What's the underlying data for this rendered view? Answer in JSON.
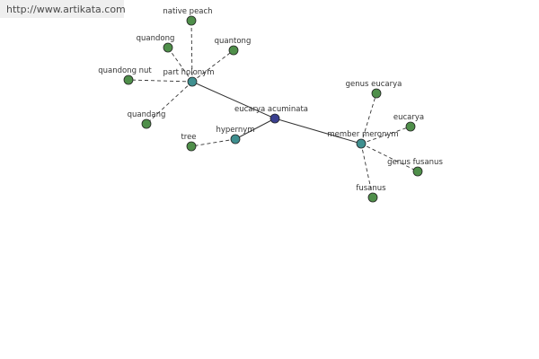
{
  "site_url": "http://www.artikata.com",
  "colors": {
    "leaf": "#4f8f4a",
    "relation": "#3f8f8f",
    "center": "#3a3f8f",
    "edge": "#333333"
  },
  "nodes": [
    {
      "id": "center",
      "label": "eucarya acuminata",
      "kind": "center"
    },
    {
      "id": "part_holonym",
      "label": "part holonym",
      "kind": "relation"
    },
    {
      "id": "hypernym",
      "label": "hypernym",
      "kind": "relation"
    },
    {
      "id": "member_meronym",
      "label": "member meronym",
      "kind": "relation"
    },
    {
      "id": "native_peach",
      "label": "native peach",
      "kind": "leaf"
    },
    {
      "id": "quandong_a",
      "label": "quandong",
      "kind": "leaf"
    },
    {
      "id": "quantong",
      "label": "quantong",
      "kind": "leaf"
    },
    {
      "id": "quandong_nut",
      "label": "quandong nut",
      "kind": "leaf"
    },
    {
      "id": "quandang",
      "label": "quandang",
      "kind": "leaf"
    },
    {
      "id": "tree",
      "label": "tree",
      "kind": "leaf"
    },
    {
      "id": "genus_eucarya",
      "label": "genus eucarya",
      "kind": "leaf"
    },
    {
      "id": "eucarya",
      "label": "eucarya",
      "kind": "leaf"
    },
    {
      "id": "genus_fusanus",
      "label": "genus fusanus",
      "kind": "leaf"
    },
    {
      "id": "fusanus",
      "label": "fusanus",
      "kind": "leaf"
    }
  ],
  "edges": [
    {
      "from": "center",
      "to": "part_holonym",
      "style": "solid"
    },
    {
      "from": "center",
      "to": "hypernym",
      "style": "solid"
    },
    {
      "from": "center",
      "to": "member_meronym",
      "style": "solid"
    },
    {
      "from": "part_holonym",
      "to": "native_peach",
      "style": "dashed"
    },
    {
      "from": "part_holonym",
      "to": "quandong_a",
      "style": "dashed"
    },
    {
      "from": "part_holonym",
      "to": "quantong",
      "style": "dashed"
    },
    {
      "from": "part_holonym",
      "to": "quandong_nut",
      "style": "dashed"
    },
    {
      "from": "part_holonym",
      "to": "quandang",
      "style": "dashed"
    },
    {
      "from": "hypernym",
      "to": "tree",
      "style": "dashed"
    },
    {
      "from": "member_meronym",
      "to": "genus_eucarya",
      "style": "dashed"
    },
    {
      "from": "member_meronym",
      "to": "eucarya",
      "style": "dashed"
    },
    {
      "from": "member_meronym",
      "to": "genus_fusanus",
      "style": "dashed"
    },
    {
      "from": "member_meronym",
      "to": "fusanus",
      "style": "dashed"
    }
  ]
}
